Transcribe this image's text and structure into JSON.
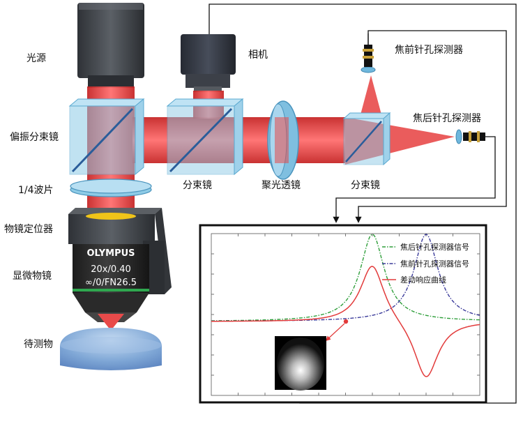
{
  "labels": {
    "light_source": "光源",
    "camera": "相机",
    "polarizing_beam_splitter": "偏振分束镜",
    "quarter_wave_plate": "1/4波片",
    "objective_positioner": "物镜定位器",
    "microscope_objective": "显微物镜",
    "sample": "待测物",
    "beam_splitter_1": "分束镜",
    "condenser_lens": "聚光透镜",
    "beam_splitter_2": "分束镜",
    "pre_focal_detector": "焦前针孔探测器",
    "post_focal_detector": "焦后针孔探测器"
  },
  "objective": {
    "brand": "OLYMPUS",
    "spec_line1": "20x/0.40",
    "spec_line2": "∞/0/FN26.5"
  },
  "chart_data": {
    "type": "line",
    "title": "",
    "xlabel": "",
    "ylabel": "",
    "legend_position": "top-right",
    "grid": false,
    "series": [
      {
        "name": "焦后针孔探测器信号",
        "color": "#2e9e3a",
        "style": "dash-dot",
        "peak_at": 0.6
      },
      {
        "name": "焦前针孔探测器信号",
        "color": "#3a3a9a",
        "style": "dash-dot",
        "peak_at": 0.8
      },
      {
        "name": "差动响应曲线",
        "color": "#e23a3a",
        "style": "solid"
      }
    ]
  },
  "colors": {
    "beam": "#e23b3b",
    "glass": "#8ecbe6",
    "device": "#3f4348"
  }
}
